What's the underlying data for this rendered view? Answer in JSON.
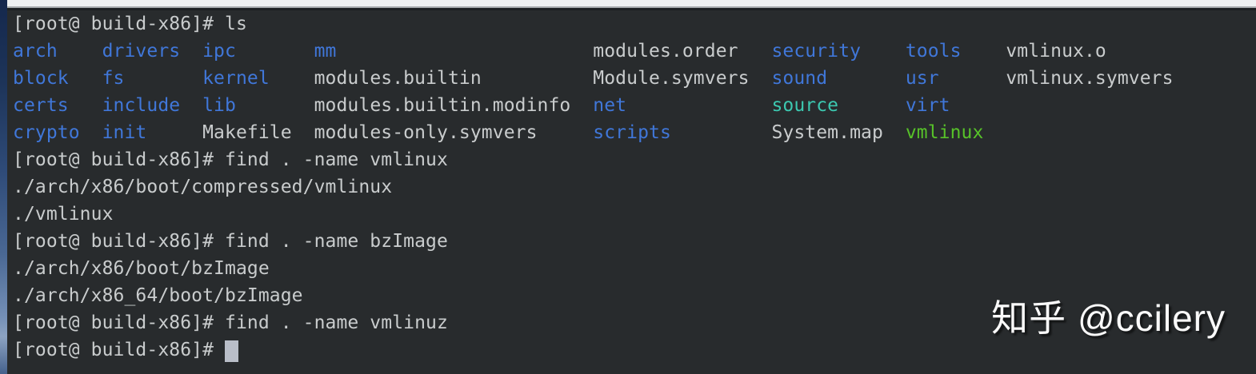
{
  "watermark": {
    "text": "知乎 @ccilery"
  },
  "terminal": {
    "prompt": "[root@ build-x86]#",
    "colors": {
      "background": "#282b2d",
      "foreground": "#c9cccd",
      "directory": "#4077d9",
      "symlink": "#3cc8b0",
      "executable": "#57c229",
      "cursor": "#b9bec8",
      "top_strip": "#eef0f1",
      "top_strip_border": "#a4a8ab"
    },
    "commands": [
      "ls",
      "find . -name vmlinux",
      "find . -name bzImage",
      "find . -name vmlinuz"
    ],
    "lines": [
      [
        {
          "t": "[root@ build-x86]# ls",
          "c": "fg"
        }
      ],
      [
        {
          "t": "arch    ",
          "c": "dir"
        },
        {
          "t": "drivers  ",
          "c": "dir"
        },
        {
          "t": "ipc       ",
          "c": "dir"
        },
        {
          "t": "mm                       ",
          "c": "dir"
        },
        {
          "t": "modules.order   ",
          "c": "fg"
        },
        {
          "t": "security    ",
          "c": "dir"
        },
        {
          "t": "tools    ",
          "c": "dir"
        },
        {
          "t": "vmlinux.o",
          "c": "fg"
        }
      ],
      [
        {
          "t": "block   ",
          "c": "dir"
        },
        {
          "t": "fs       ",
          "c": "dir"
        },
        {
          "t": "kernel    ",
          "c": "dir"
        },
        {
          "t": "modules.builtin          ",
          "c": "fg"
        },
        {
          "t": "Module.symvers  ",
          "c": "fg"
        },
        {
          "t": "sound       ",
          "c": "dir"
        },
        {
          "t": "usr      ",
          "c": "dir"
        },
        {
          "t": "vmlinux.symvers",
          "c": "fg"
        }
      ],
      [
        {
          "t": "certs   ",
          "c": "dir"
        },
        {
          "t": "include  ",
          "c": "dir"
        },
        {
          "t": "lib       ",
          "c": "dir"
        },
        {
          "t": "modules.builtin.modinfo  ",
          "c": "fg"
        },
        {
          "t": "net             ",
          "c": "dir"
        },
        {
          "t": "source      ",
          "c": "lnk"
        },
        {
          "t": "virt",
          "c": "dir"
        }
      ],
      [
        {
          "t": "crypto  ",
          "c": "dir"
        },
        {
          "t": "init     ",
          "c": "dir"
        },
        {
          "t": "Makefile  ",
          "c": "fg"
        },
        {
          "t": "modules-only.symvers     ",
          "c": "fg"
        },
        {
          "t": "scripts         ",
          "c": "dir"
        },
        {
          "t": "System.map  ",
          "c": "fg"
        },
        {
          "t": "vmlinux",
          "c": "exe"
        }
      ],
      [
        {
          "t": "[root@ build-x86]# find . -name vmlinux",
          "c": "fg"
        }
      ],
      [
        {
          "t": "./arch/x86/boot/compressed/vmlinux",
          "c": "fg"
        }
      ],
      [
        {
          "t": "./vmlinux",
          "c": "fg"
        }
      ],
      [
        {
          "t": "[root@ build-x86]# find . -name bzImage",
          "c": "fg"
        }
      ],
      [
        {
          "t": "./arch/x86/boot/bzImage",
          "c": "fg"
        }
      ],
      [
        {
          "t": "./arch/x86_64/boot/bzImage",
          "c": "fg"
        }
      ],
      [
        {
          "t": "[root@ build-x86]# find . -name vmlinuz",
          "c": "fg"
        }
      ],
      [
        {
          "t": "[root@ build-x86]# ",
          "c": "fg"
        },
        {
          "t": " ",
          "c": "cur"
        }
      ]
    ]
  }
}
